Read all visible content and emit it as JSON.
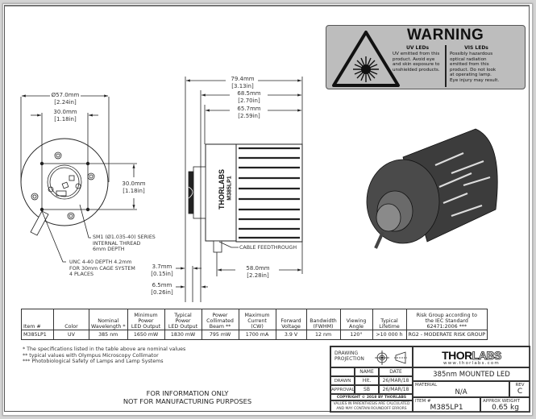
{
  "warning_label": {
    "title": "WARNING",
    "uv": {
      "heading": "UV LEDs",
      "lines": [
        "UV emitted from this",
        "product. Avoid eye",
        "and skin exposure to",
        "unshielded products."
      ]
    },
    "vis": {
      "heading": "VIS LEDs",
      "lines": [
        "Possibly hazardous",
        "optical radiation",
        "emitted from this",
        "product. Do not look",
        "at operating lamp.",
        "Eye injury may result."
      ]
    },
    "icon": "laser-radiation-triangle-icon"
  },
  "front_view": {
    "dim_diameter": {
      "mm": "Ø57.0mm",
      "in": "[2.24in]"
    },
    "dim_width": {
      "mm": "30.0mm",
      "in": "[1.18in]"
    },
    "dim_height": {
      "mm": "30.0mm",
      "in": "[1.18in]"
    },
    "note_thread": [
      "SM1 (Ø1.035-40) SERIES",
      "INTERNAL THREAD",
      "6mm DEPTH"
    ],
    "note_cage": [
      "UNC 4-40 DEPTH 4.2mm",
      "FOR 30mm CAGE SYSTEM",
      "4 PLACES"
    ]
  },
  "side_view": {
    "dim_overall": {
      "mm": "79.4mm",
      "in": "[3.13in]"
    },
    "dim_a": {
      "mm": "68.5mm",
      "in": "[2.70in]"
    },
    "dim_b": {
      "mm": "65.7mm",
      "in": "[2.59in]"
    },
    "dim_c": {
      "mm": "3.7mm",
      "in": "[0.15in]"
    },
    "dim_d": {
      "mm": "6.5mm",
      "in": "[0.26in]"
    },
    "dim_e": {
      "mm": "58.0mm",
      "in": "[2.28in]"
    },
    "note_cable": "CABLE FEEDTHROUGH",
    "housing_brand": "THORLABS",
    "housing_model": "M385LP1"
  },
  "spec_table": {
    "headers": [
      [
        "Item #"
      ],
      [
        "Color"
      ],
      [
        "Nominal",
        "Wavelength *"
      ],
      [
        "Minimum",
        "Power",
        "LED Output"
      ],
      [
        "Typical",
        "Power",
        "LED Output"
      ],
      [
        "Power",
        "Collimated",
        "Beam **"
      ],
      [
        "Maximum",
        "Current",
        "(CW)"
      ],
      [
        "Forward",
        "Voltage"
      ],
      [
        "Bandwidth",
        "(FWHM)"
      ],
      [
        "Viewing",
        "Angle"
      ],
      [
        "Typical",
        "Lifetime"
      ],
      [
        "Risk Group according to",
        "the IEC Standard",
        "62471:2006 ***"
      ]
    ],
    "rows": [
      [
        "M385LP1",
        "UV",
        "385 nm",
        "1650 mW",
        "1830 mW",
        "795 mW",
        "1700 mA",
        "3.9 V",
        "12 nm",
        "120°",
        ">10 000 h",
        "RG2 - MODERATE RISK GROUP"
      ]
    ]
  },
  "footnotes": [
    "* The specifications listed in the table above are nominal values",
    "** typical values with Olympus Microscopy Collimator",
    "*** Photobiological Safety of Lamps and Lamp Systems"
  ],
  "disclaimer": [
    "FOR INFORMATION ONLY",
    "NOT FOR MANUFACTURING PURPOSES"
  ],
  "title_block": {
    "projection_label": [
      "DRAWING",
      "PROJECTION"
    ],
    "col_name": "NAME",
    "col_date": "DATE",
    "drawn_label": "DRAWN",
    "drawn_name": "HIt.",
    "drawn_date": "26/MAR/18",
    "approval_label": "APPROVAL",
    "approval_name": "SB",
    "approval_date": "26/MAR/18",
    "copyright": "COPYRIGHT © 2018 BY THORLABS",
    "values_note": [
      "VALUES IN PARENTHESIS ARE CALCULATED",
      "AND MAY CONTAIN ROUNDOFF ERRORS"
    ],
    "logo_bold": "THOR",
    "logo_outline": "LABS",
    "website": "www.thorlabs.com",
    "drawing_title": "385nm MOUNTED LED",
    "material_label": "MATERIAL",
    "material_value": "N/A",
    "rev_label": "REV",
    "rev_value": "C",
    "item_label": "ITEM #",
    "item_value": "M385LP1",
    "weight_label": "APPROX WEIGHT",
    "weight_value": "0.65 kg"
  }
}
